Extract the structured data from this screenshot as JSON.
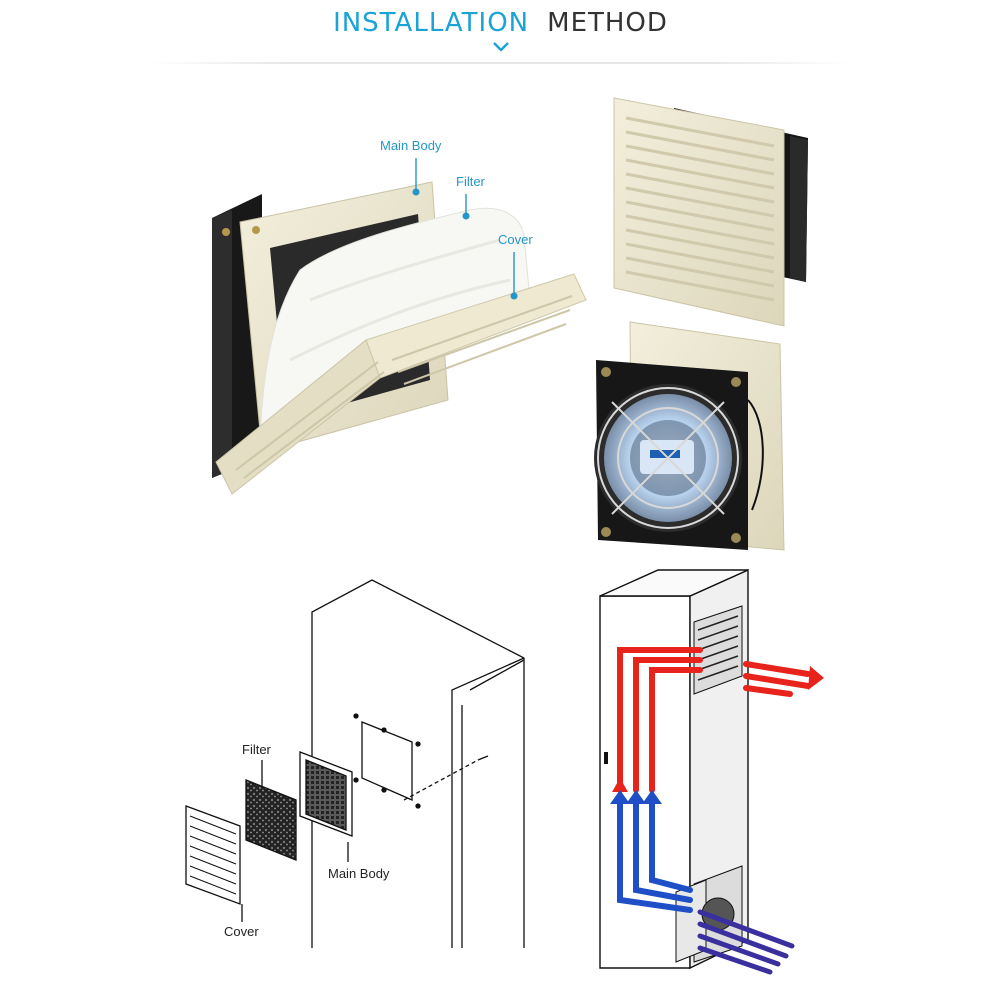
{
  "header": {
    "title_primary": "INSTALLATION",
    "title_secondary": "METHOD"
  },
  "colors": {
    "accent": "#1aa3d6",
    "housing": "#ebe6cf",
    "fan_body": "#1c1c1c",
    "hot_air": "#e8231b",
    "cool_air": "#1e4fc7",
    "exhaust_air": "#3a2f9e"
  },
  "photo_labels": {
    "main_body": "Main Body",
    "filter": "Filter",
    "cover": "Cover"
  },
  "diagram_labels": {
    "filter": "Filter",
    "main_body": "Main Body",
    "cover": "Cover"
  },
  "icons": [
    "chevron-down-icon"
  ]
}
